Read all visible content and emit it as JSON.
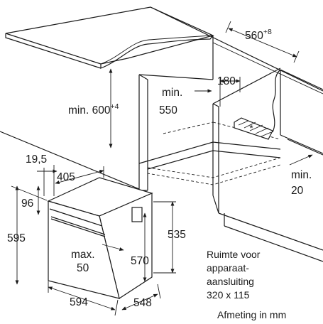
{
  "dimensions": {
    "depth_min": "560",
    "depth_min_sup": "+8",
    "height_min": "min. 600",
    "height_min_sup": "+4",
    "cabinet_width_label": "min.",
    "cabinet_width_value": "550",
    "ventilation": "180",
    "gap_label": "min.",
    "gap_value": "20",
    "top_offset": "19,5",
    "depth_405": "405",
    "height_96": "96",
    "height_595": "595",
    "height_535": "535",
    "height_570": "570",
    "handle_label": "max.",
    "handle_value": "50",
    "width_594": "594",
    "depth_548": "548"
  },
  "note": {
    "line1": "Ruimte voor",
    "line2": "apparaat-",
    "line3": "aansluiting",
    "line4": "320 x 115"
  },
  "unit_note": "Afmeting in mm",
  "colors": {
    "line": "#1a1a1a",
    "background": "#ffffff"
  }
}
